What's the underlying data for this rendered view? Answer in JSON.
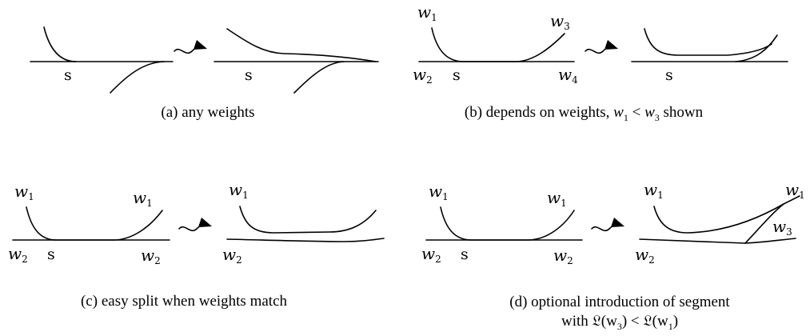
{
  "labels": {
    "s": "s",
    "w1": "w",
    "w2": "w",
    "w3": "w",
    "w4": "w",
    "sub1": "1",
    "sub2": "2",
    "sub3": "3",
    "sub4": "4"
  },
  "captions": {
    "a": "(a) any weights",
    "b_prefix": "(b) depends on weights, ",
    "b_math_w": "w",
    "b_math_sub1": "1",
    "b_math_lt": " < ",
    "b_math_w3": "w",
    "b_math_sub3": "3",
    "b_suffix": " shown",
    "c": "(c) easy split when weights match",
    "d_line1": "(d) optional introduction of segment",
    "d_line2_prefix": "with ",
    "d_line2_math": "𝔏(w",
    "d_line2_sub3": "3",
    "d_line2_mid": ") < 𝔏(w",
    "d_line2_sub1": "1",
    "d_line2_end": ")"
  }
}
